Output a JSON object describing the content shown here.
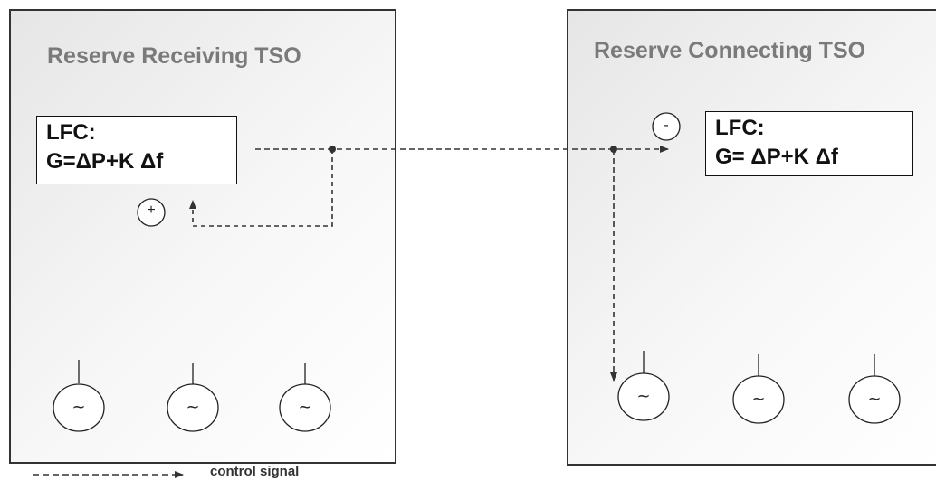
{
  "left_tso": {
    "title": "Reserve Receiving TSO",
    "lfc_line1": "LFC:",
    "lfc_line2": "G=ΔP+K Δf",
    "sign": "+"
  },
  "right_tso": {
    "title": "Reserve Connecting TSO",
    "lfc_line1": "LFC:",
    "lfc_line2": "G= ΔP+K Δf",
    "sign": "-"
  },
  "generator_symbol": "~",
  "generator_count_per_tso": 3,
  "legend": {
    "label": "control signal"
  }
}
